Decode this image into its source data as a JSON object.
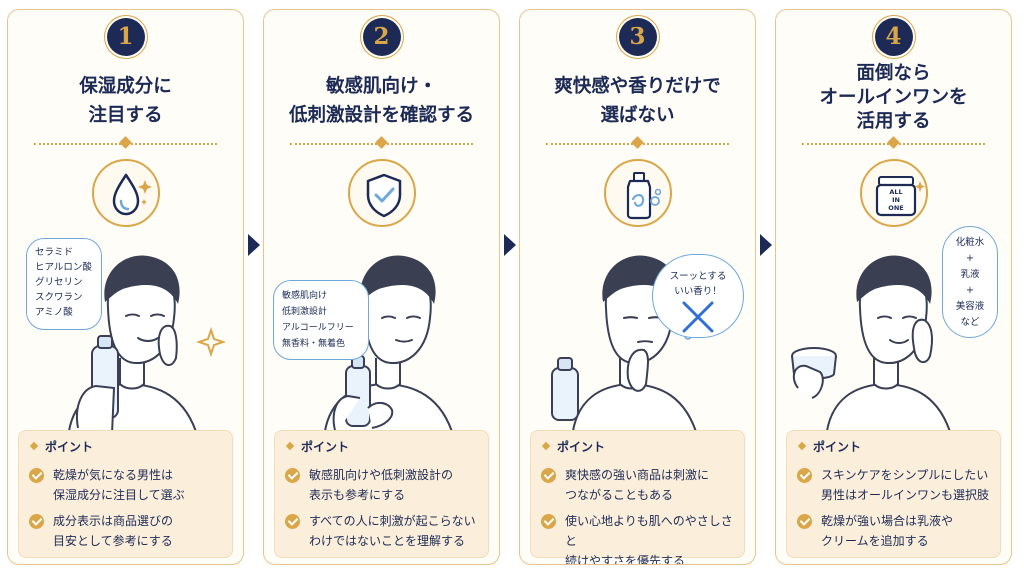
{
  "steps": [
    {
      "number": "1",
      "title_lines": [
        "保湿成分に",
        "注目する"
      ],
      "icon": "water-drop-icon",
      "bubble_lines": [
        "セラミド",
        "ヒアルロン酸",
        "グリセリン",
        "スクワラン",
        "アミノ酸"
      ],
      "point_label": "ポイント",
      "points": [
        [
          "乾燥が気になる男性は",
          "保湿成分に注目して選ぶ"
        ],
        [
          "成分表示は商品選びの",
          "目安として参考にする"
        ]
      ]
    },
    {
      "number": "2",
      "title_lines": [
        "敏感肌向け・",
        "低刺激設計を確認する"
      ],
      "icon": "shield-check-icon",
      "bubble_lines": [
        "敏感肌向け",
        "低刺激設計",
        "アルコールフリー",
        "無香料・無着色"
      ],
      "point_label": "ポイント",
      "points": [
        [
          "敏感肌向けや低刺激設計の",
          "表示も参考にする"
        ],
        [
          "すべての人に刺激が起こらない",
          "わけではないことを理解する"
        ]
      ]
    },
    {
      "number": "3",
      "title_lines": [
        "爽快感や香りだけで",
        "選ばない"
      ],
      "icon": "bottle-icon",
      "bubble_lines": [
        "スーッとする",
        "いい香り！"
      ],
      "point_label": "ポイント",
      "points": [
        [
          "爽快感の強い商品は刺激に",
          "つながることもある"
        ],
        [
          "使い心地よりも肌へのやさしさと",
          "続けやすさを優先する"
        ]
      ]
    },
    {
      "number": "4",
      "title_lines": [
        "面倒なら",
        "オールインワンを",
        "活用する"
      ],
      "icon": "jar-icon",
      "jar_label": [
        "ALL",
        "IN",
        "ONE"
      ],
      "bubble_lines": [
        "化粧水",
        "+",
        "乳液",
        "+",
        "美容液",
        "など"
      ],
      "point_label": "ポイント",
      "points": [
        [
          "スキンケアをシンプルにしたい",
          "男性はオールインワンも選択肢"
        ],
        [
          "乾燥が強い場合は乳液や",
          "クリームを追加する"
        ]
      ]
    }
  ],
  "colors": {
    "navy": "#1c2a55",
    "gold": "#d9a64a",
    "bubble_border": "#6fa8dc",
    "point_bg": "#fbefdc",
    "cross": "#2f6fd6"
  }
}
